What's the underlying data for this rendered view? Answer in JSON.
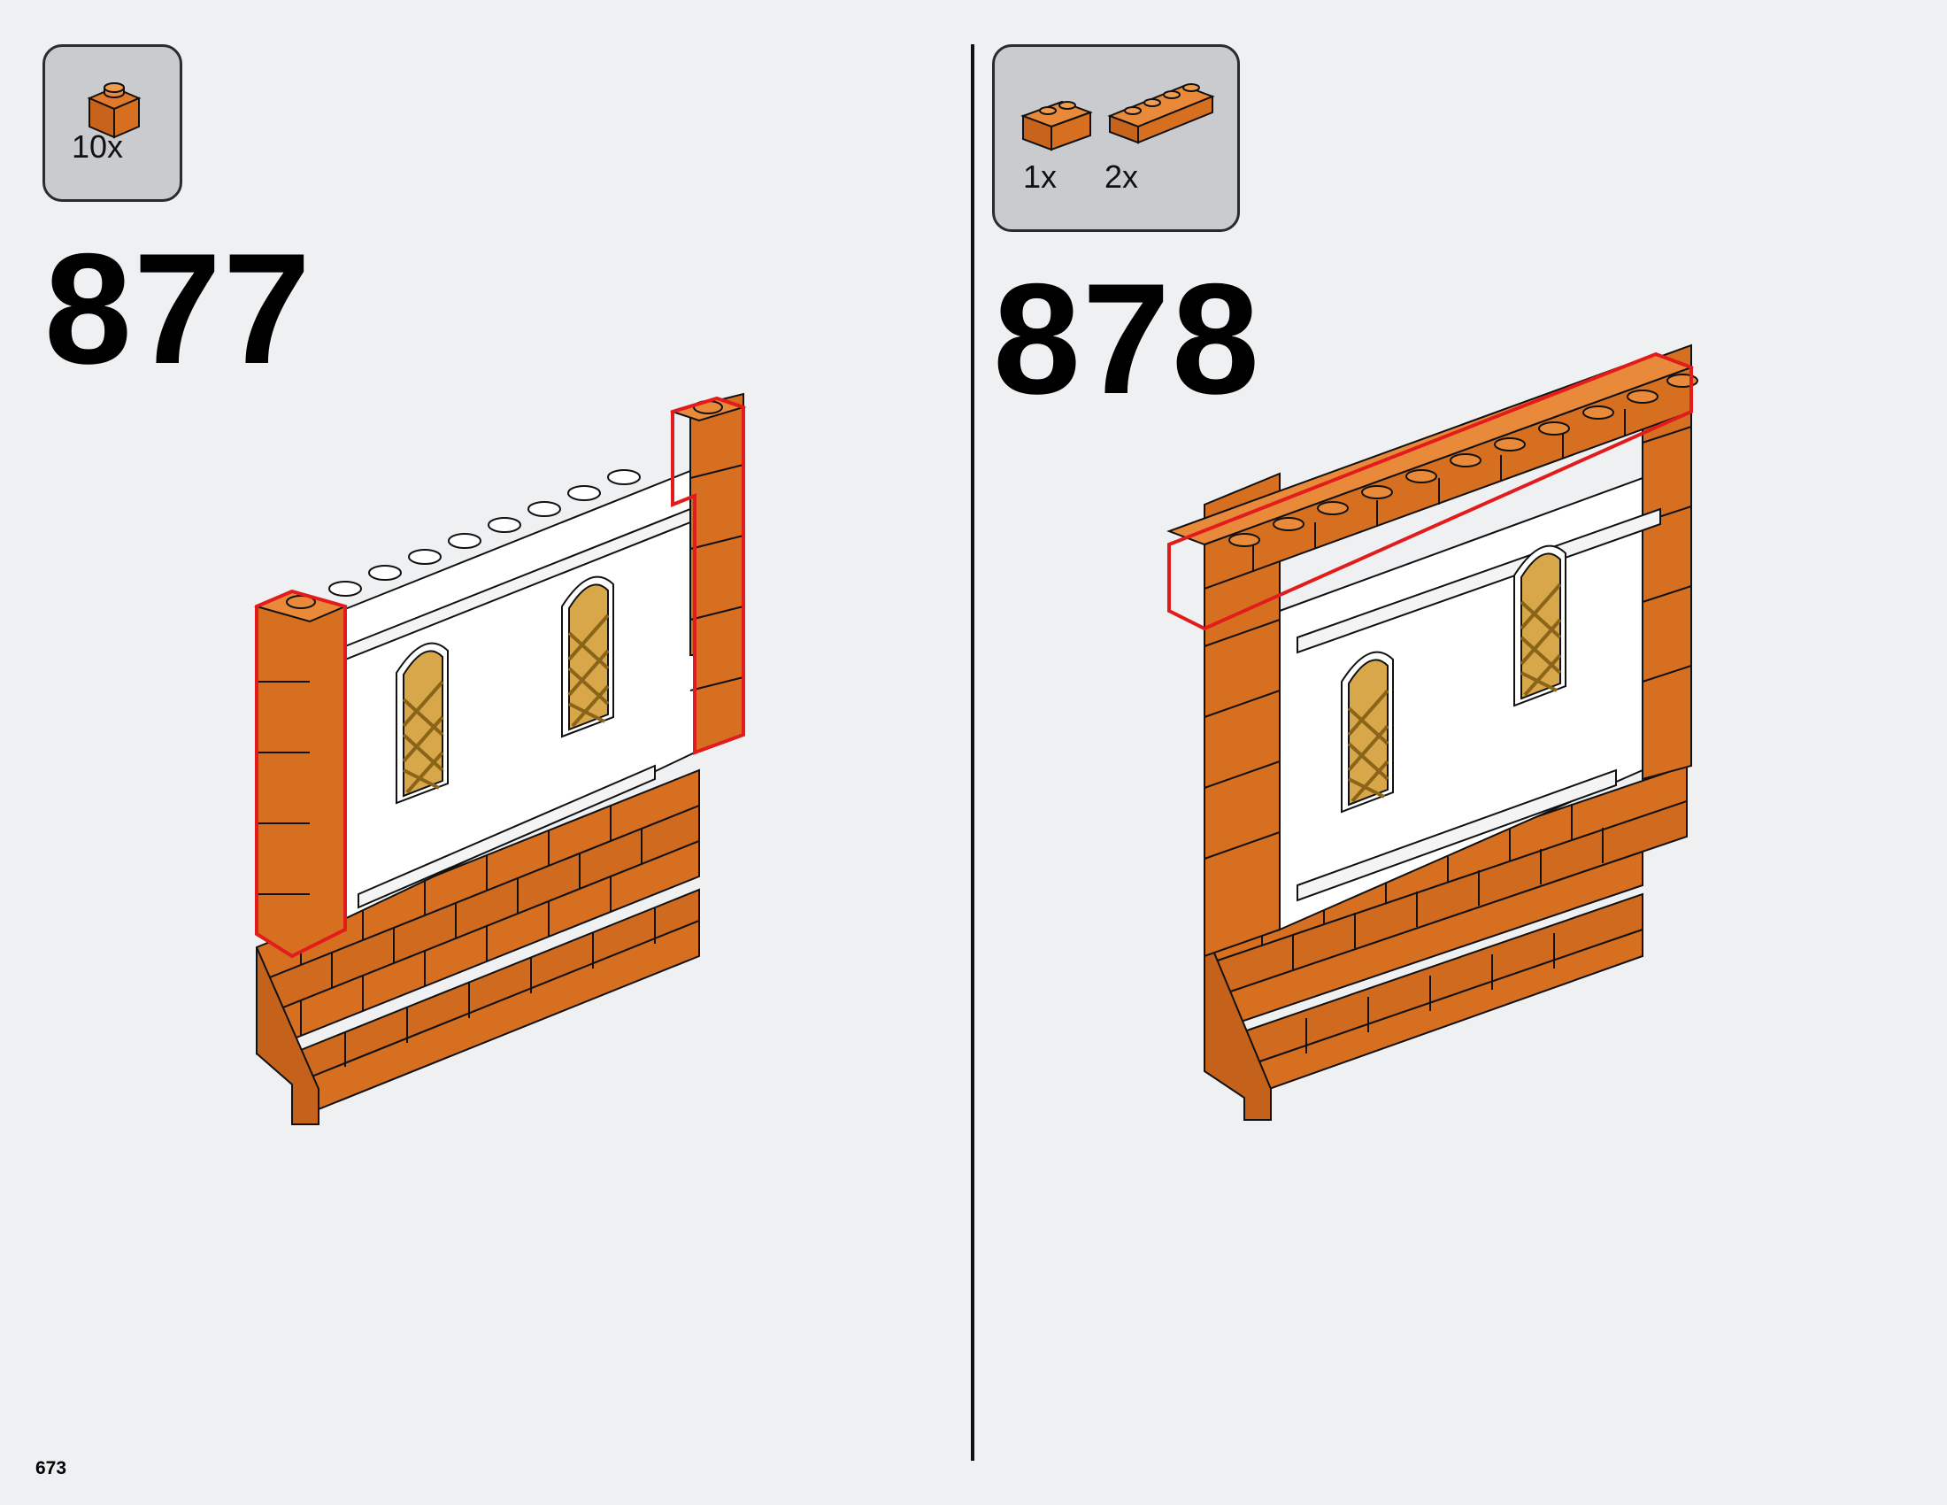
{
  "page_number": "673",
  "steps": [
    {
      "number": "877",
      "parts": [
        {
          "quantity": "10x",
          "icon": "orange-brick-1x1-icon"
        }
      ]
    },
    {
      "number": "878",
      "parts": [
        {
          "quantity": "1x",
          "icon": "orange-masonry-brick-1x2-icon"
        },
        {
          "quantity": "2x",
          "icon": "orange-masonry-brick-1x4-icon"
        }
      ]
    }
  ],
  "colors": {
    "brick": "#d76f20",
    "brick_dark": "#b35a17",
    "highlight": "#e21c1c",
    "window": "#d8a74a",
    "wall": "#ffffff"
  }
}
